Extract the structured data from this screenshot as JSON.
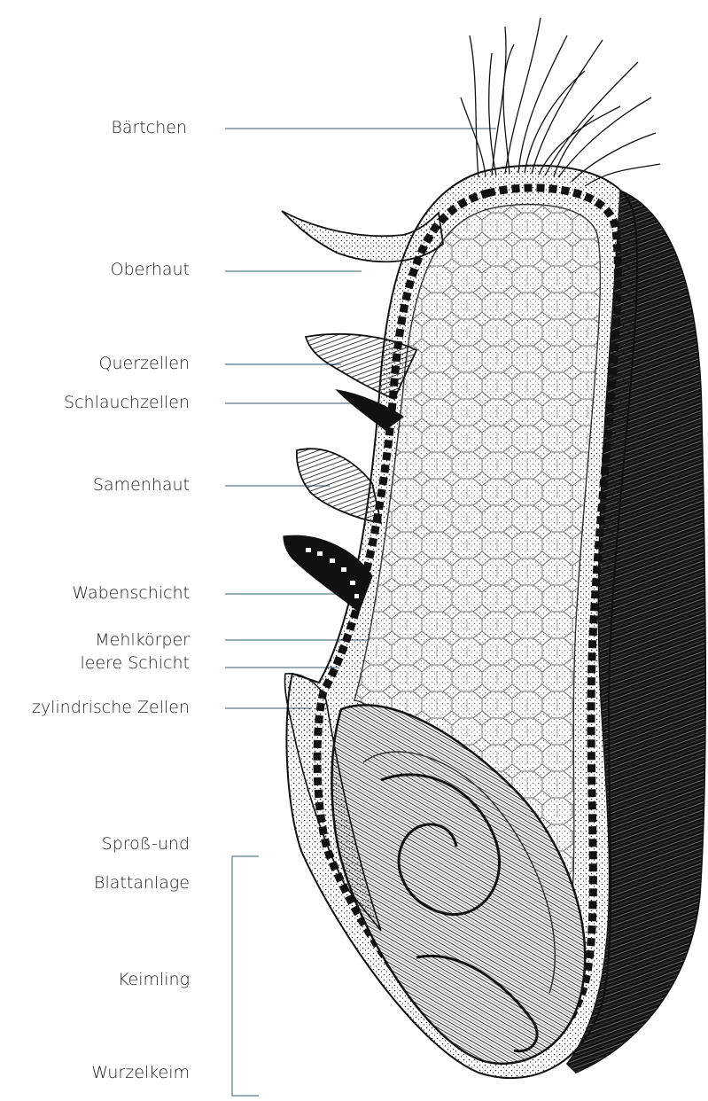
{
  "labels": {
    "baertchen": "Bärtchen",
    "oberhaut": "Oberhaut",
    "querzellen": "Querzellen",
    "schlauchzellen": "Schlauchzellen",
    "samenhaut": "Samenhaut",
    "wabenschicht": "Wabenschicht",
    "mehlkoerper": "Mehlkörper",
    "leere_schicht": "leere Schicht",
    "zylindrische_zellen": "zylindrische Zellen",
    "spross_line1": "Sproß-und",
    "spross_line2": "Blattanlage",
    "keimling": "Keimling",
    "wurzelkeim": "Wurzelkeim"
  },
  "colors": {
    "leader_line": "#5a7a8c",
    "ink": "#111111",
    "dark_shell": "#1a1a1a"
  }
}
